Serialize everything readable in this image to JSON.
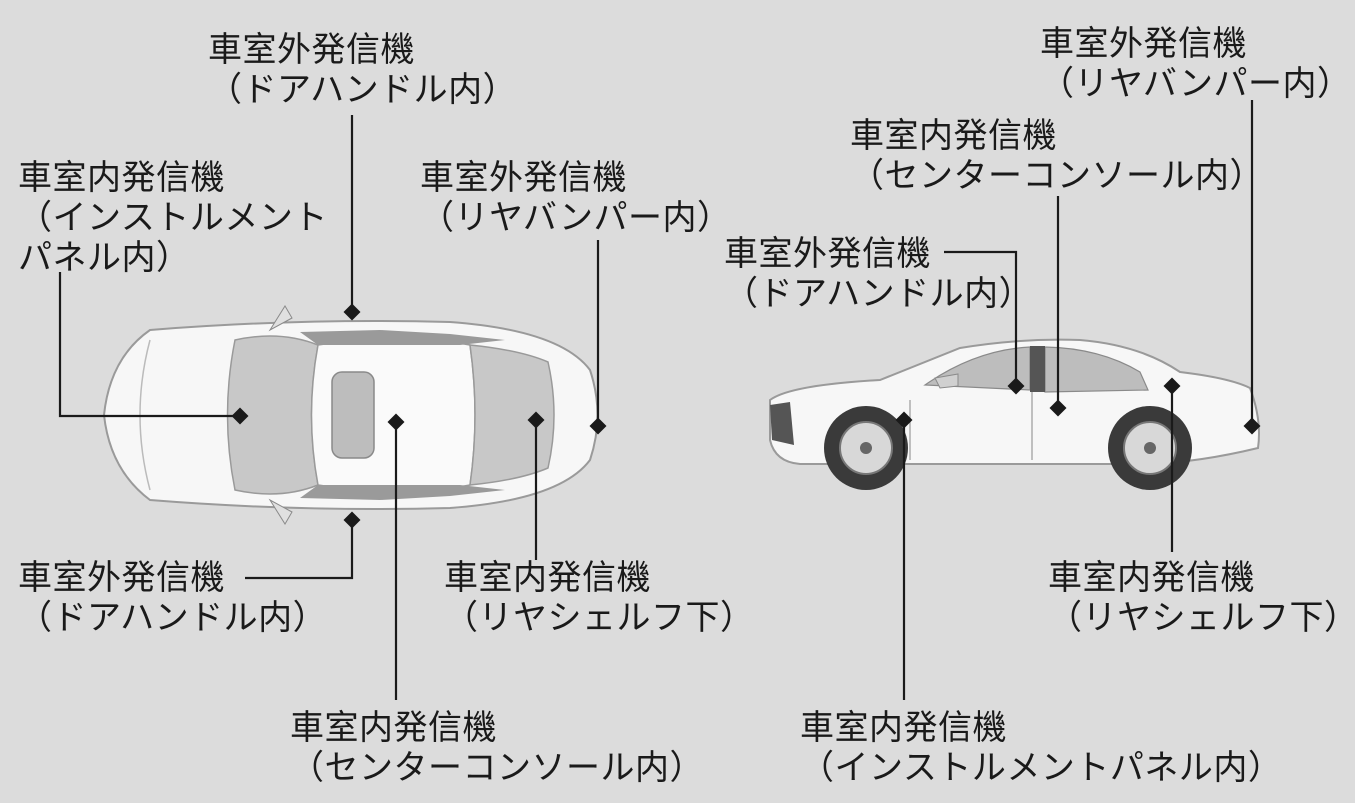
{
  "labels": {
    "top_door_handle": {
      "line1": "車室外発信機",
      "line2": "（ドアハンドル内）"
    },
    "instrument_panel": {
      "line1": "車室内発信機",
      "line2": "（インストルメント",
      "line3": "パネル内）"
    },
    "top_rear_bumper": {
      "line1": "車室外発信機",
      "line2": "（リヤバンパー内）"
    },
    "bottom_door_handle": {
      "line1": "車室外発信機",
      "line2": "（ドアハンドル内）"
    },
    "top_rear_shelf": {
      "line1": "車室内発信機",
      "line2": "（リヤシェルフ下）"
    },
    "top_center_console": {
      "line1": "車室内発信機",
      "line2": "（センターコンソール内）"
    },
    "side_rear_bumper": {
      "line1": "車室外発信機",
      "line2": "（リヤバンパー内）"
    },
    "side_center_console": {
      "line1": "車室内発信機",
      "line2": "（センターコンソール内）"
    },
    "side_door_handle": {
      "line1": "車室外発信機",
      "line2": "（ドアハンドル内）"
    },
    "side_rear_shelf": {
      "line1": "車室内発信機",
      "line2": "（リヤシェルフ下）"
    },
    "side_instrument_panel": {
      "line1": "車室内発信機",
      "line2": "（インストルメントパネル内）"
    }
  },
  "colors": {
    "background": "#dcdcdc",
    "line": "#1a1a1a",
    "car_body": "#f7f7f7",
    "car_outline": "#9a9a9a",
    "glass": "#bdbdbd"
  }
}
